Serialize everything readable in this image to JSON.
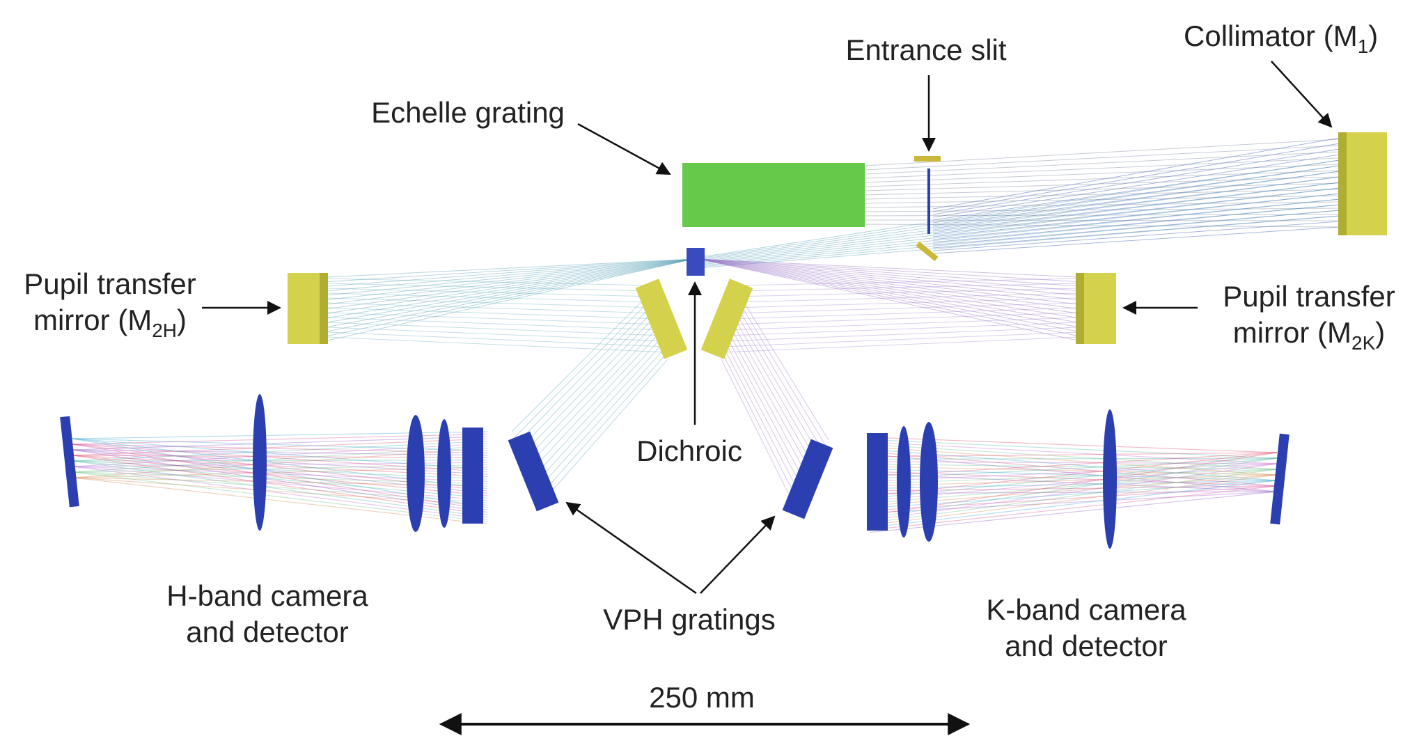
{
  "labels": {
    "entrance_slit": "Entrance slit",
    "collimator_main": "Collimator (M",
    "collimator_sub": "1",
    "collimator_close": ")",
    "echelle": "Echelle grating",
    "pupil_h_line1": "Pupil transfer",
    "pupil_h_line2_main": "mirror (M",
    "pupil_h_line2_sub": "2H",
    "pupil_h_line2_close": ")",
    "pupil_k_line1": "Pupil transfer",
    "pupil_k_line2_main": "mirror (M",
    "pupil_k_line2_sub": "2K",
    "pupil_k_line2_close": ")",
    "dichroic": "Dichroic",
    "hband_line1": "H-band camera",
    "hband_line2": "and detector",
    "vph": "VPH gratings",
    "kband_line1": "K-band camera",
    "kband_line2": "and detector",
    "scale": "250 mm"
  },
  "colors": {
    "echelle": "#66c94a",
    "mirror": "#d4d24c",
    "lens": "#2b3fb0",
    "dichroic": "#3a4bc0",
    "rays_blue": "#3f5fb8",
    "rays_teal": "#5aa2b8",
    "rays_purple": "#9a74c8",
    "arrow": "#111111"
  }
}
